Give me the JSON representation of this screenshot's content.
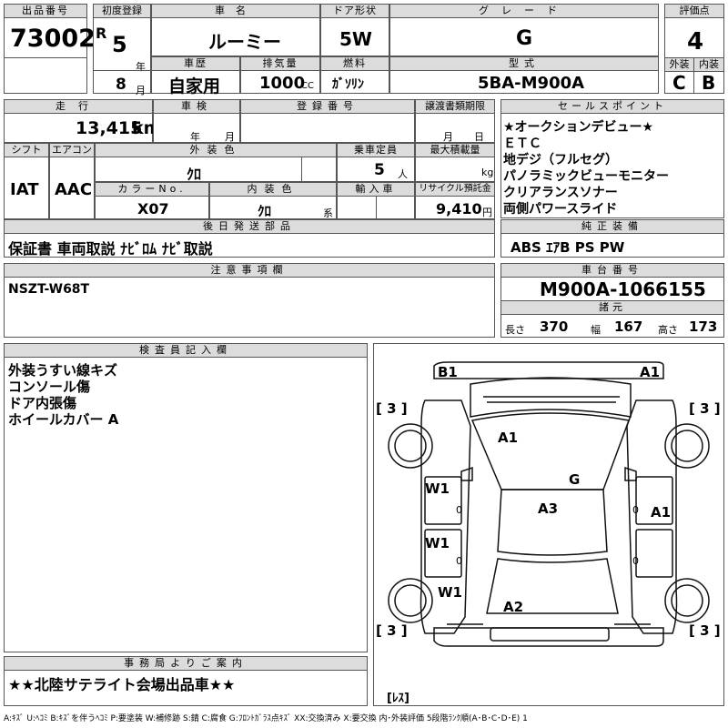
{
  "lot": {
    "label": "出品番号",
    "value": "73002"
  },
  "first_reg": {
    "label": "初度登録",
    "era": "R",
    "year": "5",
    "year_unit": "年",
    "month": "8",
    "month_unit": "月"
  },
  "car_name": {
    "label": "車名",
    "value": "ルーミー"
  },
  "door": {
    "label": "ドア形状",
    "value": "5W"
  },
  "grade": {
    "label": "グレード",
    "value": "G"
  },
  "score": {
    "label": "評価点",
    "value": "4",
    "ext_label": "外装",
    "int_label": "内装",
    "ext": "C",
    "int": "B"
  },
  "history": {
    "label": "車歴",
    "value": "自家用"
  },
  "displacement": {
    "label": "排気量",
    "value": "1000",
    "unit": "CC"
  },
  "fuel": {
    "label": "燃料",
    "value": "ｶﾞｿﾘﾝ"
  },
  "model": {
    "label": "型式",
    "value": "5BA-M900A"
  },
  "mileage": {
    "label": "走行",
    "value": "13,415",
    "unit": "km"
  },
  "inspection": {
    "label": "車検",
    "year_unit": "年",
    "month_unit": "月"
  },
  "reg_no": {
    "label": "登録番号"
  },
  "transfer": {
    "label": "譲渡書類期限",
    "month_unit": "月",
    "day_unit": "日"
  },
  "shift": {
    "label": "シフト",
    "value": "IAT"
  },
  "aircon": {
    "label": "エアコン",
    "value": "AAC"
  },
  "ext_color": {
    "label": "外装色",
    "value": "ｸﾛ"
  },
  "capacity": {
    "label": "乗車定員",
    "value": "5",
    "unit": "人"
  },
  "load": {
    "label": "最大積載量",
    "unit": "kg"
  },
  "color_no": {
    "label": "カラーNo.",
    "value": "X07"
  },
  "int_color": {
    "label": "内装色",
    "value": "ｸﾛ",
    "unit": "系"
  },
  "import": {
    "label": "輸入車"
  },
  "recycle": {
    "label": "リサイクル預託金",
    "value": "9,410",
    "unit": "円"
  },
  "later_parts": {
    "label": "後日発送部品",
    "value": "保証書 車両取説 ﾅﾋﾞﾛﾑ ﾅﾋﾞ取説"
  },
  "sales_points": {
    "label": "セールスポイント",
    "items": [
      "★オークションデビュー★",
      "ＥＴＣ",
      "地デジ（フルセグ）",
      "パノラミックビューモニター",
      "クリアランスソナー",
      "両側パワースライド"
    ]
  },
  "standard_equip": {
    "label": "純正装備",
    "value": "ABS ｴｱB PS PW"
  },
  "notes": {
    "label": "注意事項欄",
    "value": "NSZT-W68T"
  },
  "chassis": {
    "label": "車台番号",
    "value": "M900A-1066155"
  },
  "specs": {
    "label": "諸元",
    "length_label": "長さ",
    "length": "370",
    "width_label": "幅",
    "width": "167",
    "height_label": "高さ",
    "height": "173"
  },
  "inspector": {
    "label": "検査員記入欄",
    "lines": [
      "外装うすい線キズ",
      "コンソール傷",
      "ドア内張傷",
      "ホイールカバー A"
    ]
  },
  "office": {
    "label": "事務局よりご案内",
    "value": "★★北陸サテライト会場出品車★★"
  },
  "diagram": {
    "marks": {
      "b1": "B1",
      "a1_front": "A1",
      "a1_hood": "A1",
      "g_roof": "G",
      "a3_roof": "A3",
      "a1_right": "A1",
      "w1_a": "W1",
      "w1_b": "W1",
      "w1_c": "W1",
      "a2_rear": "A2"
    },
    "tires": {
      "fl": "[ 3 ]",
      "fr": "[ 3 ]",
      "rl": "[ 3 ]",
      "rr": "[ 3 ]"
    },
    "small_zeros": [
      "0",
      "0",
      "0",
      "0"
    ],
    "spare": "[ﾚｽ]"
  },
  "legend": "A:ｷｽﾞ U:ﾍｺﾐ B:ｷｽﾞを伴うﾍｺﾐ P:要塗装 W:補修跡 S:錆 C:腐食 G:ﾌﾛﾝﾄｶﾞﾗｽ点ｷｽﾞ XX:交換済み X:要交換 内･外装評価 5段階ﾗﾝｸ順(A･B･C･D･E) 1"
}
